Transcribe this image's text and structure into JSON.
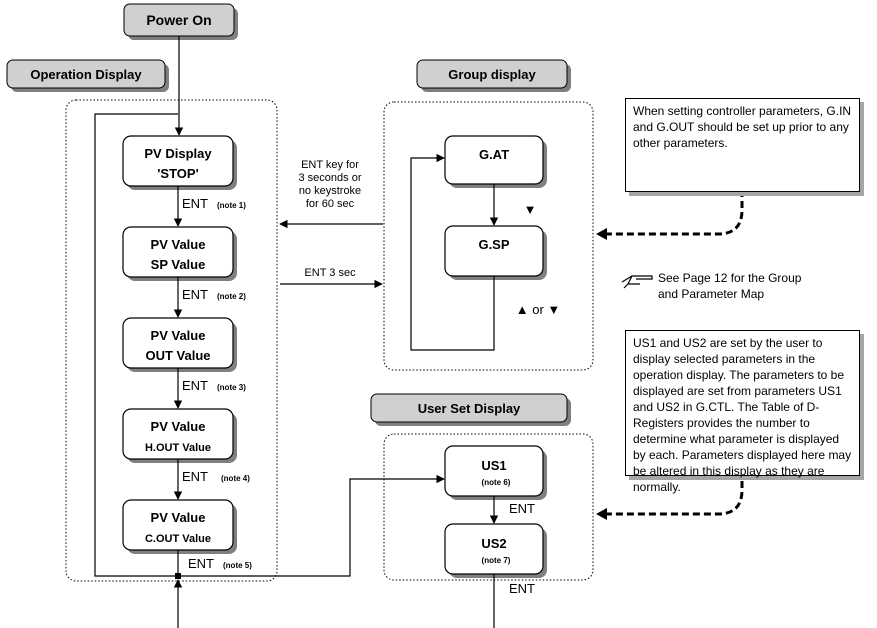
{
  "power_on": "Power On",
  "sections": {
    "operation": "Operation Display",
    "group": "Group display",
    "user_set": "User Set Display"
  },
  "operation_boxes": [
    {
      "line1": "PV Display",
      "line2": "'STOP'"
    },
    {
      "line1": "PV Value",
      "line2": "SP Value"
    },
    {
      "line1": "PV Value",
      "line2": "OUT Value"
    },
    {
      "line1": "PV Value",
      "line2": "H.OUT Value"
    },
    {
      "line1": "PV Value",
      "line2": "C.OUT Value"
    }
  ],
  "ent": "ENT",
  "op_notes": [
    "(note 1)",
    "(note 2)",
    "(note 3)",
    "(note 4)",
    "(note 5)"
  ],
  "group_boxes": [
    "G.AT",
    "G.SP"
  ],
  "group_arrow_down": "▼",
  "group_arrow_updown": "▲ or ▼",
  "transitions": {
    "ent_key_lines": [
      "ENT key for",
      "3 seconds or",
      "no keystroke",
      "for 60 sec"
    ],
    "ent_3sec": "ENT 3 sec"
  },
  "page_ref_lines": [
    "See Page 12 for the Group",
    "and Parameter Map"
  ],
  "user_boxes": [
    {
      "label": "US1",
      "note": "(note 6)"
    },
    {
      "label": "US2",
      "note": "(note 7)"
    }
  ],
  "callout_top": "When setting controller parameters, G.IN and G.OUT should be set up prior to any other parameters.",
  "callout_bottom": "US1 and US2 are set by the user to display selected parameters in the operation display. The parameters to be displayed are set from parameters US1 and US2 in G.CTL. The Table of D-Registers provides the number to determine what parameter is displayed by each. Parameters displayed here may be altered in this display as they are normally."
}
